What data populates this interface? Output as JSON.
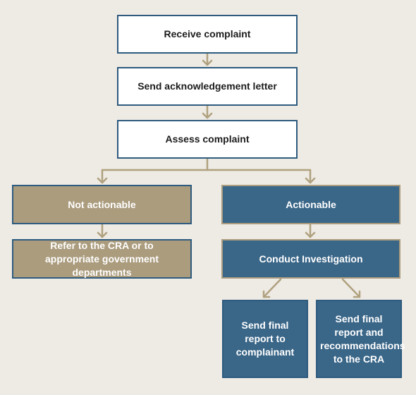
{
  "colors": {
    "background": "#eeeae4",
    "connector": "#b0a27f",
    "tan_box": "#ab9c7e",
    "blue_box": "#3a6688",
    "border": "#2e5b7e"
  },
  "nodes": {
    "receive": "Receive complaint",
    "acknowledge": "Send acknowledgement letter",
    "assess": "Assess complaint",
    "not_actionable": "Not actionable",
    "actionable": "Actionable",
    "refer": "Refer to the CRA or to appropriate government departments",
    "investigate": "Conduct Investigation",
    "report_complainant": "Send final report to complainant",
    "report_cra": "Send final report and recommendations to the CRA"
  }
}
